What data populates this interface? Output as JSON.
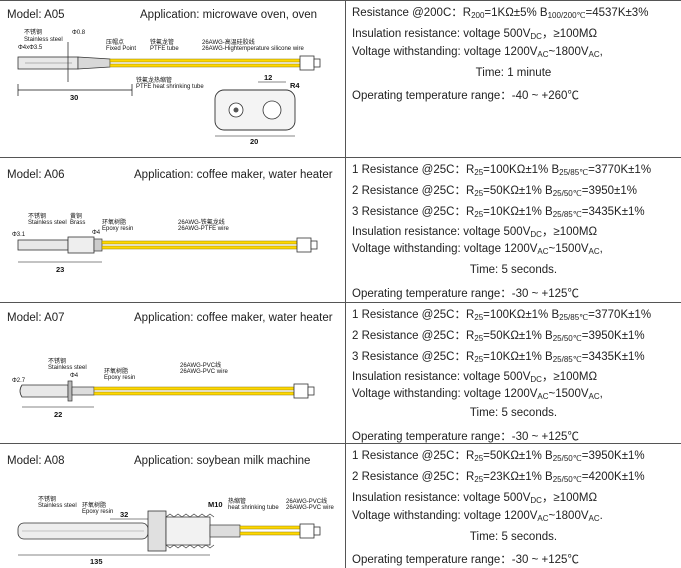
{
  "rows": [
    {
      "model": "Model: A05",
      "application": "Application: microwave oven, oven",
      "specs": [
        {
          "parts": [
            "Resistance @200C：R",
            "200",
            "=1KΩ±5%     B",
            "100/200℃",
            "=4537K±3%"
          ]
        },
        {
          "parts": [
            "Insulation resistance:    voltage 500V",
            "DC",
            "，≥100MΩ"
          ]
        },
        {
          "parts": [
            "Voltage withstanding:     voltage 1200V",
            "AC",
            "~1800V",
            "AC",
            ","
          ]
        },
        {
          "center": "Time: 1 minute"
        },
        {
          "parts": [
            "Operating temperature range：-40 ~ +260℃"
          ]
        }
      ],
      "drawing": {
        "labels": [
          "不锈钢",
          "Stainless steel",
          "Φ4xΦ3.5",
          "Φ0.8",
          "压帽点",
          "Fixed Point",
          "铁氟龙管",
          "PTFE tube",
          "26AWG-高温硅胶线",
          "26AWG-Hightemperature silicone wire",
          "铁氟龙热缩管",
          "PTFE heat shrinking tube"
        ],
        "dims": [
          "30",
          "12",
          "R4",
          "20"
        ]
      }
    },
    {
      "model": "Model: A06",
      "application": "Application: coffee maker, water heater",
      "specs": [
        {
          "parts": [
            "1 Resistance @25C：R",
            "25",
            "=100KΩ±1%    B",
            "25/85℃",
            "=3770K±1%"
          ]
        },
        {
          "parts": [
            "2 Resistance @25C：R",
            "25",
            "=50KΩ±1%     B",
            "25/50℃",
            "=3950±1%"
          ]
        },
        {
          "parts": [
            "3 Resistance @25C：R",
            "25",
            "=10KΩ±1%     B",
            "25/85℃",
            "=3435K±1%"
          ]
        },
        {
          "parts": [
            "Insulation resistance:    voltage 500V",
            "DC",
            "，≥100MΩ"
          ]
        },
        {
          "parts": [
            "Voltage withstanding:     voltage 1200V",
            "AC",
            "~1500V",
            "AC",
            ","
          ]
        },
        {
          "center": "Time: 5 seconds."
        },
        {
          "parts": [
            "Operating temperature range：-30 ~ +125℃"
          ]
        }
      ],
      "drawing": {
        "labels": [
          "不锈钢",
          "Stainless steel",
          "黄铜",
          "Brass",
          "环氧树脂",
          "Epoxy resin",
          "26AWG-铁氟龙线",
          "26AWG-PTFE wire",
          "Φ3.1",
          "Φ4"
        ],
        "dims": [
          "23"
        ]
      }
    },
    {
      "model": "Model:    A07",
      "application": "Application: coffee maker, water heater",
      "specs": [
        {
          "parts": [
            "1 Resistance @25C：R",
            "25",
            "=100KΩ±1%    B",
            "25/85℃",
            "=3770K±1%"
          ]
        },
        {
          "parts": [
            "2 Resistance @25C：R",
            "25",
            "=50KΩ±1%     B",
            "25/50℃",
            "=3950K±1%"
          ]
        },
        {
          "parts": [
            "3 Resistance @25C：R",
            "25",
            "=10KΩ±1%     B",
            "25/85℃",
            "=3435K±1%"
          ]
        },
        {
          "parts": [
            "Insulation resistance:    voltage 500V",
            "DC",
            "，≥100MΩ"
          ]
        },
        {
          "parts": [
            "Voltage withstanding:     voltage 1200V",
            "AC",
            "~1500V",
            "AC",
            ","
          ]
        },
        {
          "center": "Time: 5 seconds."
        },
        {
          "parts": [
            "Operating temperature range：-30 ~ +125℃"
          ]
        }
      ],
      "drawing": {
        "labels": [
          "不锈钢",
          "Stainless steel",
          "环氧树脂",
          "Epoxy resin",
          "26AWG-PVC线",
          "26AWG-PVC wire",
          "Φ2.7",
          "Φ4"
        ],
        "dims": [
          "22"
        ]
      }
    },
    {
      "model": "Model:    A08",
      "application": "Application: soybean milk machine",
      "specs": [
        {
          "parts": [
            "1 Resistance @25C：R",
            "25",
            "=50KΩ±1%     B",
            "25/50℃",
            "=3950K±1%"
          ]
        },
        {
          "parts": [
            "2 Resistance @25C：R",
            "25",
            "=23KΩ±1%     B",
            "25/50℃",
            "=4200K±1%"
          ]
        },
        {
          "parts": [
            "Insulation resistance:    voltage 500V",
            "DC",
            "，≥100MΩ"
          ]
        },
        {
          "parts": [
            "Voltage withstanding:     voltage 1200V",
            "AC",
            "~1800V",
            "AC",
            "."
          ]
        },
        {
          "center": "Time:  5 seconds."
        },
        {
          "parts": [
            "Operating temperature range：-30 ~ +125℃"
          ]
        }
      ],
      "drawing": {
        "labels": [
          "不锈钢",
          "Stainless steel",
          "环氧树脂",
          "Epoxy resin",
          "M10",
          "热缩管",
          "heat shrinking tube",
          "26AWG-PVC线",
          "26AWG-PVC wire"
        ],
        "dims": [
          "32",
          "135"
        ]
      }
    }
  ],
  "colors": {
    "wire_yellow": "#ffd800",
    "wire_stripe": "#8a7a10",
    "steel": "#e8e8e8",
    "outline": "#333333"
  }
}
